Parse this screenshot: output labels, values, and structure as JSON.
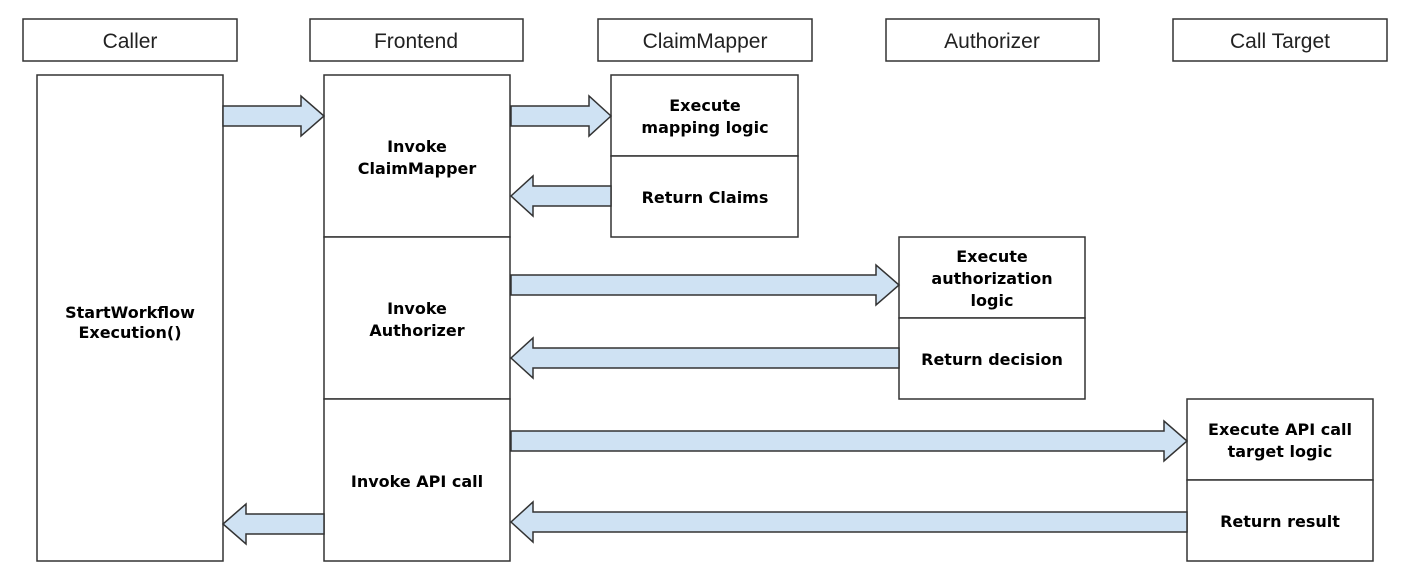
{
  "headers": {
    "caller": "Caller",
    "frontend": "Frontend",
    "claim_mapper": "ClaimMapper",
    "authorizer": "Authorizer",
    "call_target": "Call Target"
  },
  "caller_box": {
    "line1": "StartWorkflow",
    "line2": "Execution()"
  },
  "frontend_boxes": {
    "claim_mapper": {
      "line1": "Invoke",
      "line2": "ClaimMapper"
    },
    "authorizer": {
      "line1": "Invoke",
      "line2": "Authorizer"
    },
    "api_call": {
      "line1": "Invoke API call"
    }
  },
  "claim_mapper_boxes": {
    "execute": {
      "line1": "Execute",
      "line2": "mapping logic"
    },
    "return": {
      "line1": "Return Claims"
    }
  },
  "authorizer_boxes": {
    "execute": {
      "line1": "Execute",
      "line2": "authorization",
      "line3": "logic"
    },
    "return": {
      "line1": "Return decision"
    }
  },
  "call_target_boxes": {
    "execute": {
      "line1": "Execute API call",
      "line2": "target logic"
    },
    "return": {
      "line1": "Return result"
    }
  },
  "colors": {
    "arrow_fill": "#cfe2f3",
    "stroke": "#333333"
  }
}
